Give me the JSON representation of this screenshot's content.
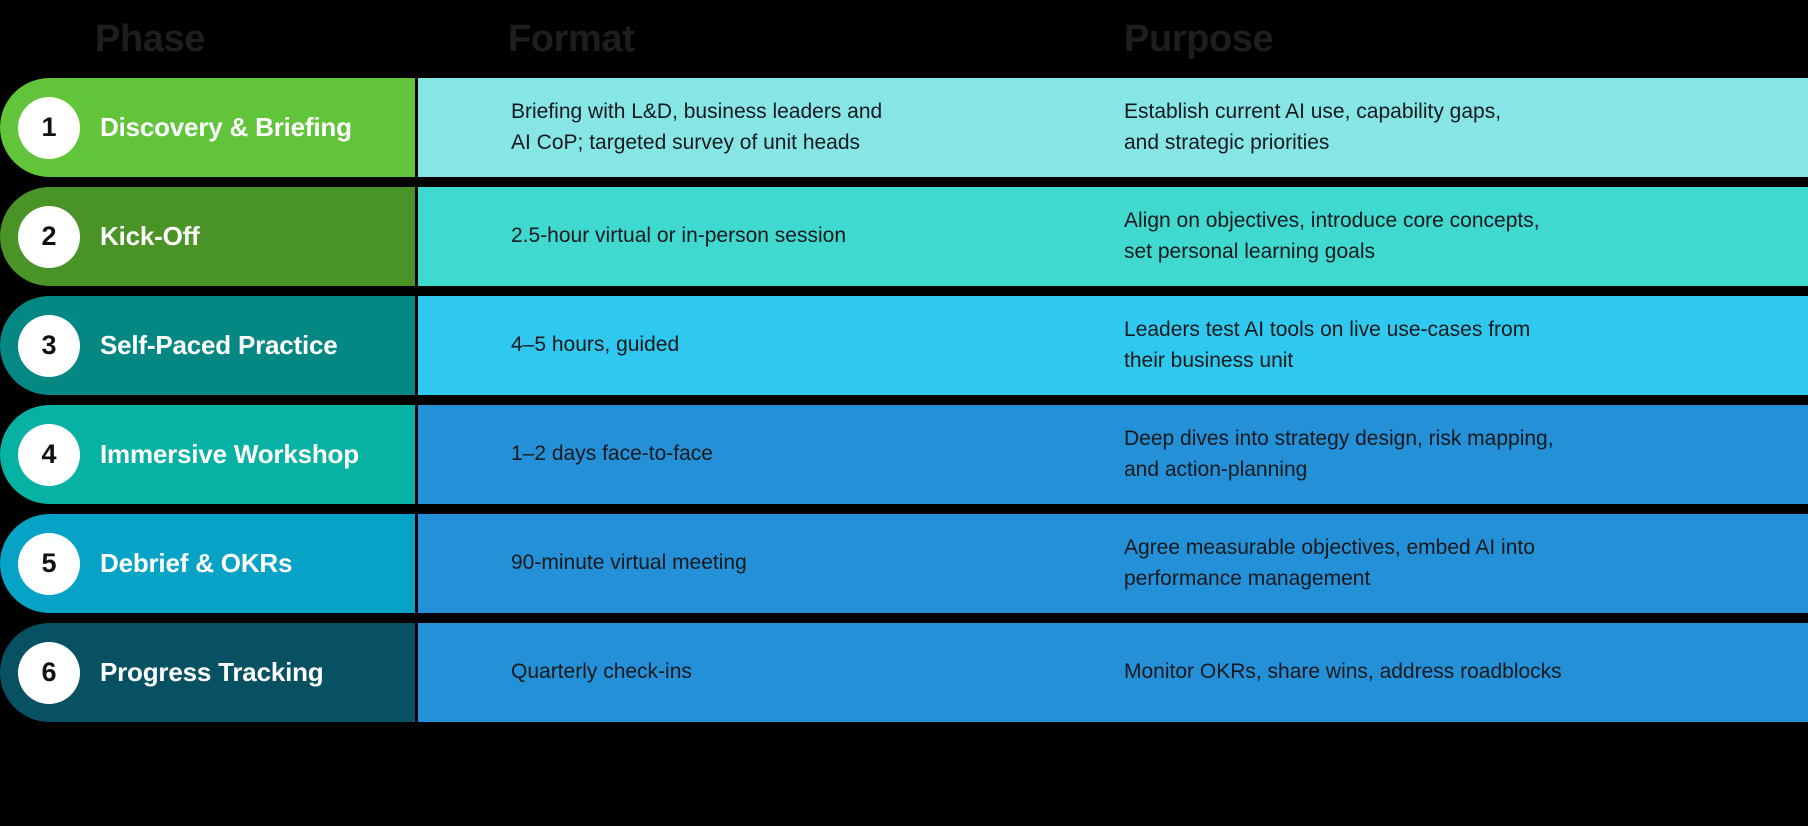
{
  "palette": {
    "background": "#000000",
    "header_text": "#1e1e1e",
    "cell_text": "#16191c",
    "number_text": "#111111",
    "number_bg": "#ffffff",
    "label_text": "#ffffff"
  },
  "header": {
    "phase": "Phase",
    "format": "Format",
    "purpose": "Purpose"
  },
  "rows": [
    {
      "number": "1",
      "phase": "Discovery & Briefing",
      "format": "Briefing with L&D, business leaders and\nAI CoP; targeted survey of unit heads",
      "purpose": "Establish current AI use, capability gaps,\nand strategic priorities",
      "phase_color": "#62C43B",
      "format_color": "#86E6E6",
      "purpose_color": "#86E6E6"
    },
    {
      "number": "2",
      "phase": "Kick-Off",
      "format": "2.5-hour virtual or in-person session",
      "purpose": "Align on objectives, introduce core concepts,\nset personal learning goals",
      "phase_color": "#4A9327",
      "format_color": "#3FD9D0",
      "purpose_color": "#3FD9D0"
    },
    {
      "number": "3",
      "phase": "Self-Paced Practice",
      "format": "4–5 hours, guided",
      "purpose": "Leaders test AI tools on live use-cases from\ntheir business unit",
      "phase_color": "#058783",
      "format_color": "#2FC9F0",
      "purpose_color": "#2FC9F0"
    },
    {
      "number": "4",
      "phase": "Immersive Workshop",
      "format": "1–2 days face-to-face",
      "purpose": "Deep dives into strategy design, risk mapping,\nand action-planning",
      "phase_color": "#07B2A4",
      "format_color": "#2490D8",
      "purpose_color": "#2490D8"
    },
    {
      "number": "5",
      "phase": "Debrief & OKRs",
      "format": "90-minute virtual meeting",
      "purpose": "Agree measurable objectives, embed AI into\nperformance management",
      "phase_color": "#06A3C6",
      "format_color": "#2490D8",
      "purpose_color": "#2490D8"
    },
    {
      "number": "6",
      "phase": "Progress Tracking",
      "format": "Quarterly check-ins",
      "purpose": "Monitor OKRs, share wins, address roadblocks",
      "phase_color": "#085163",
      "format_color": "#2490D8",
      "purpose_color": "#2490D8"
    }
  ]
}
